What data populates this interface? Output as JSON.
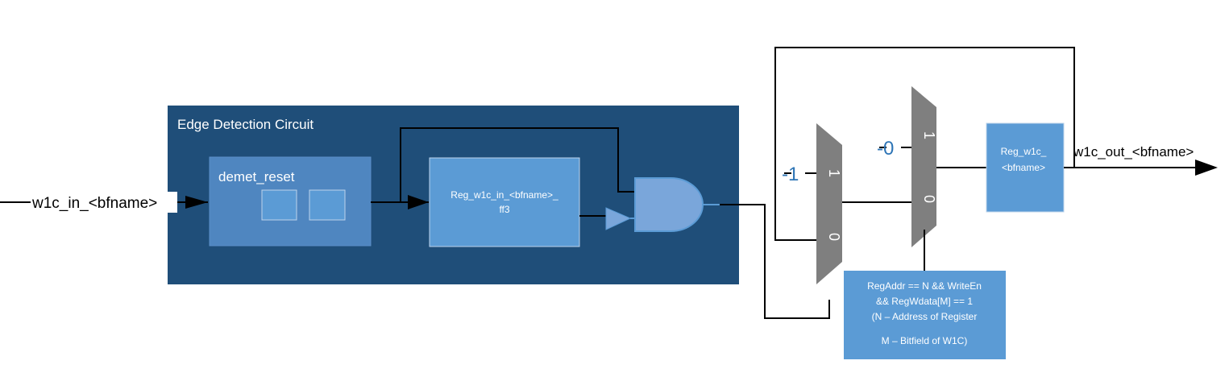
{
  "diagram": {
    "edge_block_title": "Edge Detection Circuit",
    "demet_label": "demet_reset",
    "ff3_line1": "Reg_w1c_in_<bfname>_",
    "ff3_line2": "ff3",
    "reg_out_line1": "Reg_w1c_",
    "reg_out_line2": "<bfname>",
    "input_signal": "w1c_in_<bfname>",
    "output_signal": "w1c_out_<bfname>",
    "mux1_const": "-1",
    "mux2_const": "-0",
    "mux1_top_label": "1",
    "mux1_bottom_label": "0",
    "mux2_top_label": "1",
    "mux2_bottom_label": "0",
    "cond_line1": "RegAddr == N && WriteEn",
    "cond_line2": "&& RegWdata[M] == 1",
    "cond_line3": "(N – Address of Register",
    "cond_line4": "M – Bitfield of W1C)",
    "colors": {
      "edge_block": "#1f4e79",
      "demet_block": "#4f86c0",
      "light_block": "#5b9bd5",
      "mux": "#7f7f7f",
      "wire": "#000000",
      "const_text": "#2e75b6"
    }
  }
}
